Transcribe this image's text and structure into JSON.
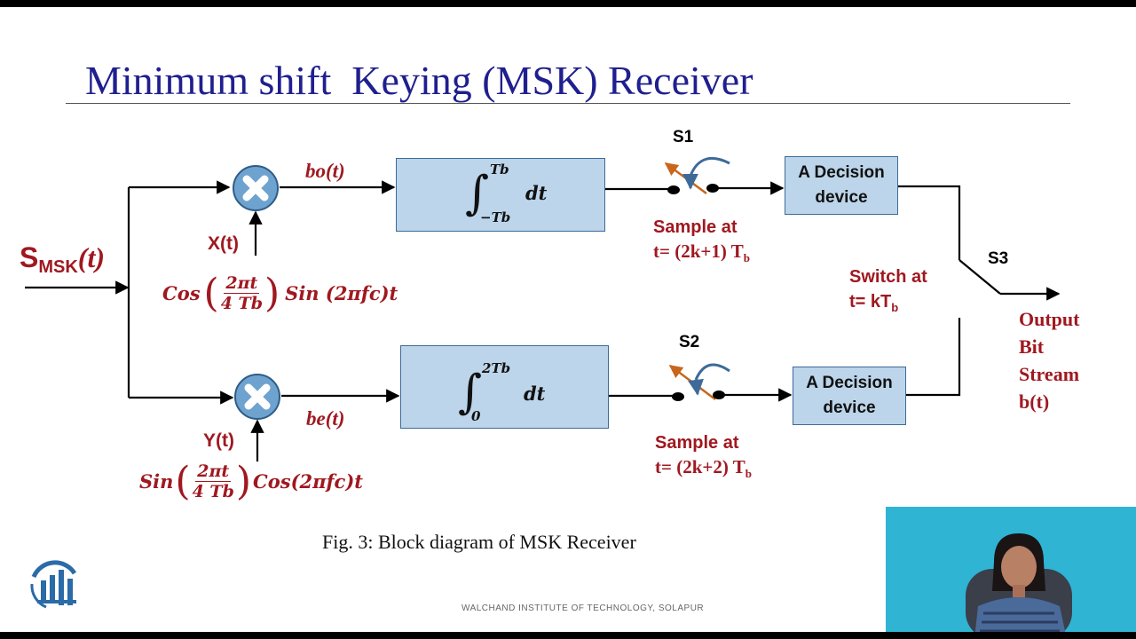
{
  "slide": {
    "title": "Minimum shift  Keying (MSK) Receiver",
    "caption": "Fig. 3: Block diagram of MSK Receiver",
    "footer": "WALCHAND INSTITUTE OF TECHNOLOGY, SOLAPUR"
  },
  "input": {
    "main": "S",
    "sub": "MSK",
    "suffix": "(t)"
  },
  "upper": {
    "signal": "bo(t)",
    "carrier_name": "X(t)",
    "carrier_expr": {
      "pre": "Cos",
      "num": "2πt",
      "den": "4 Tb",
      "post": "Sin (2πfc)t"
    },
    "integral": {
      "upper": "Tb",
      "lower": "−Tb",
      "dt": "dt"
    },
    "switch_label": "S1",
    "sample_line1": "Sample at",
    "sample_line2_pre": "t= (2k+1) T",
    "sample_line2_sub": "b",
    "decision_line1": "A Decision",
    "decision_line2": "device"
  },
  "lower": {
    "signal": "be(t)",
    "carrier_name": "Y(t)",
    "carrier_expr": {
      "pre": "Sin",
      "num": "2πt",
      "den": "4 Tb",
      "post": "Cos(2πfc)t"
    },
    "integral": {
      "upper": "2Tb",
      "lower": "0",
      "dt": "dt"
    },
    "switch_label": "S2",
    "sample_line1": "Sample at",
    "sample_line2_pre": "t= (2k+2) T",
    "sample_line2_sub": "b",
    "decision_line1": "A Decision",
    "decision_line2": "device"
  },
  "output": {
    "switch_label": "S3",
    "switch_line1": "Switch at",
    "switch_line2_pre": "t= kT",
    "switch_line2_sub": "b",
    "line1": "Output",
    "line2": "Bit",
    "line3": "Stream",
    "line4": "b(t)"
  },
  "colors": {
    "title": "#1f1f8f",
    "label": "#a01820",
    "box_fill": "#bcd5ea",
    "box_border": "#3d6a99",
    "multiplier": "#6ea3cf",
    "switch_arm": "#c8661c"
  }
}
